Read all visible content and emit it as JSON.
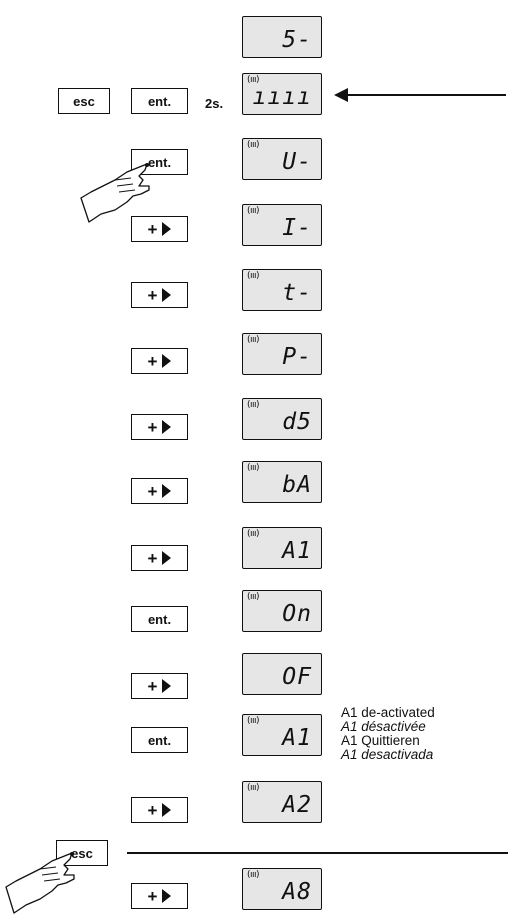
{
  "keys": {
    "esc": "esc",
    "ent": "ent.",
    "plus": "+",
    "hold_time": "2s."
  },
  "steps": [
    {
      "key": "none",
      "icon": "",
      "display": "5-"
    },
    {
      "key": "esc+ent",
      "icon": "(ııı)",
      "display": "ıııı"
    },
    {
      "key": "ent",
      "icon": "(ııı)",
      "display": "U-"
    },
    {
      "key": "plus",
      "icon": "(ııı)",
      "display": "I-"
    },
    {
      "key": "plus",
      "icon": "(ııı)",
      "display": "t-"
    },
    {
      "key": "plus",
      "icon": "(ııı)",
      "display": "P-"
    },
    {
      "key": "plus",
      "icon": "(ııı)",
      "display": "d5"
    },
    {
      "key": "plus",
      "icon": "(ııı)",
      "display": "bA"
    },
    {
      "key": "plus",
      "icon": "(ııı)",
      "display": "A1"
    },
    {
      "key": "ent",
      "icon": "(ııı)",
      "display": "On"
    },
    {
      "key": "plus",
      "icon": "",
      "display": "OF"
    },
    {
      "key": "ent",
      "icon": "(ııı)",
      "display": "A1"
    },
    {
      "key": "plus",
      "icon": "(ııı)",
      "display": "A2"
    },
    {
      "key": "plus",
      "icon": "(ııı)",
      "display": "A8"
    }
  ],
  "note": {
    "en": "A1 de-activated",
    "fr": "A1 désactivée",
    "de": "A1 Quittieren",
    "es": "A1 desactivada"
  },
  "icons": {
    "arrow": "arrow-left-icon",
    "hand": "pointing-hand-icon",
    "play": "play-triangle-icon"
  }
}
